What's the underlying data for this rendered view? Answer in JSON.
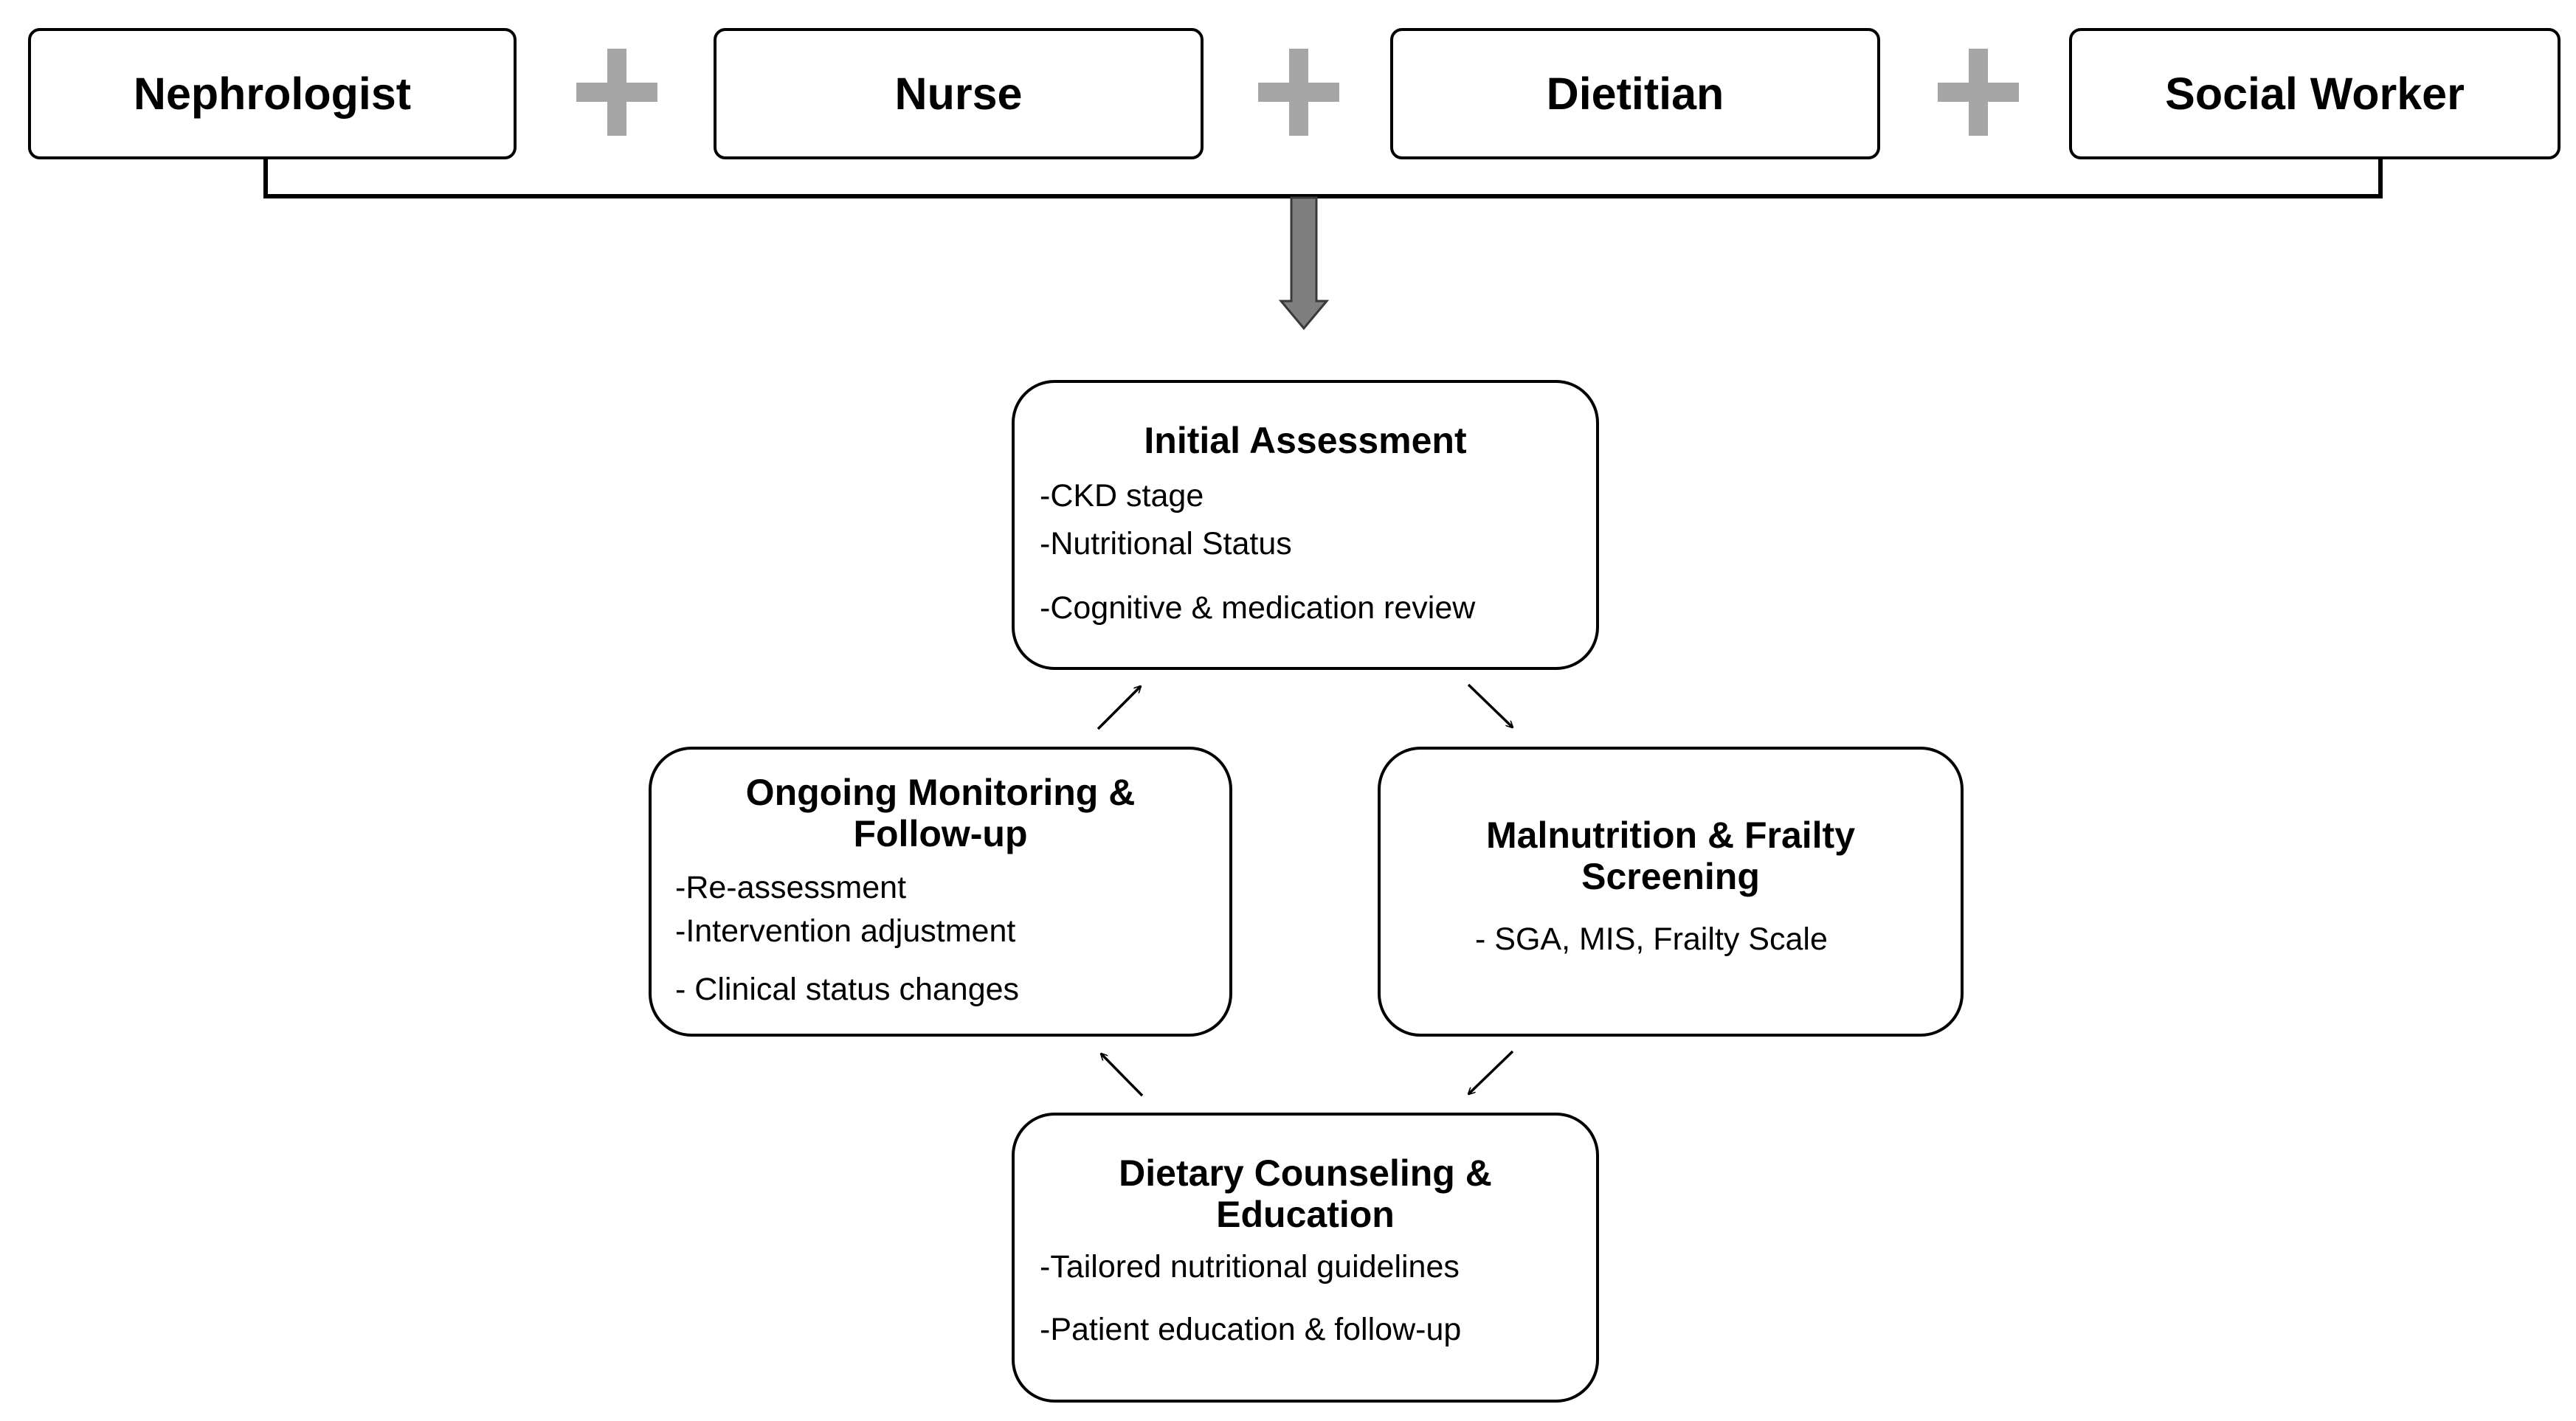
{
  "colors": {
    "stroke": "#000000",
    "plus": "#a6a6a6",
    "arrow_fill": "#7f7f7f",
    "background": "#ffffff"
  },
  "team": {
    "roles": [
      "Nephrologist",
      "Nurse",
      "Dietitian",
      "Social Worker"
    ],
    "joiner_icon": "plus-icon"
  },
  "steps": {
    "initial": {
      "title": "Initial Assessment",
      "items": [
        "-CKD stage",
        "-Nutritional Status",
        "-Cognitive & medication review"
      ]
    },
    "screening": {
      "title_line1": "Malnutrition & Frailty",
      "title_line2": "Screening",
      "items": [
        "- SGA, MIS, Frailty Scale"
      ]
    },
    "counseling": {
      "title_line1": "Dietary Counseling &",
      "title_line2": "Education",
      "items": [
        "-Tailored nutritional guidelines",
        "-Patient education & follow-up"
      ]
    },
    "monitoring": {
      "title_line1": "Ongoing Monitoring &",
      "title_line2": "Follow-up",
      "items": [
        "-Re-assessment",
        "-Intervention adjustment",
        "- Clinical status changes"
      ]
    }
  }
}
